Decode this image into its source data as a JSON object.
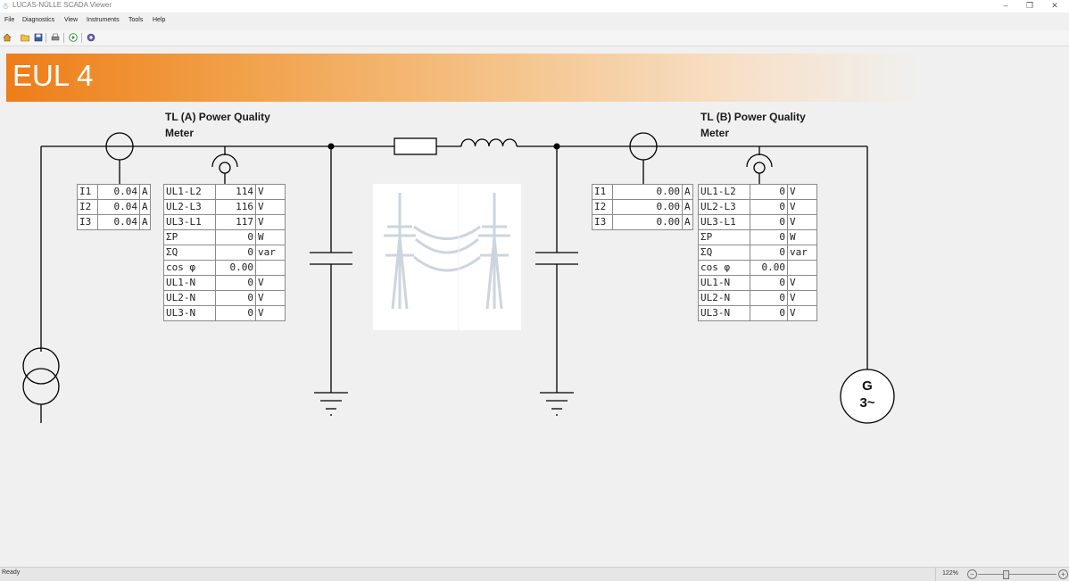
{
  "window": {
    "title": "LUCAS-NÜLLE SCADA Viewer",
    "minimize": "–",
    "restore": "❐",
    "close": "✕"
  },
  "menu": [
    "File",
    "Diagnostics",
    "View",
    "Instruments",
    "Tools",
    "Help"
  ],
  "toolbar": {
    "icons": [
      "home-icon",
      "open-folder-icon",
      "save-icon",
      "print-icon",
      "play-icon",
      "settings-gear-icon"
    ]
  },
  "banner": {
    "title": "EUL 4"
  },
  "meter_a": {
    "label_line1": "TL (A) Power Quality",
    "label_line2": "Meter",
    "currents": [
      {
        "name": "I1",
        "value": "0.04",
        "unit": "A"
      },
      {
        "name": "I2",
        "value": "0.04",
        "unit": "A"
      },
      {
        "name": "I3",
        "value": "0.04",
        "unit": "A"
      }
    ],
    "rows": [
      {
        "name": "UL1-L2",
        "value": "114",
        "unit": "V"
      },
      {
        "name": "UL2-L3",
        "value": "116",
        "unit": "V"
      },
      {
        "name": "UL3-L1",
        "value": "117",
        "unit": "V"
      },
      {
        "name": "ΣP",
        "value": "0",
        "unit": "W"
      },
      {
        "name": "ΣQ",
        "value": "0",
        "unit": "var"
      },
      {
        "name": "cos φ",
        "value": "0.00",
        "unit": ""
      },
      {
        "name": "UL1-N",
        "value": "0",
        "unit": "V"
      },
      {
        "name": "UL2-N",
        "value": "0",
        "unit": "V"
      },
      {
        "name": "UL3-N",
        "value": "0",
        "unit": "V"
      }
    ]
  },
  "meter_b": {
    "label_line1": "TL (B) Power Quality",
    "label_line2": "Meter",
    "currents": [
      {
        "name": "I1",
        "value": "0.00",
        "unit": "A"
      },
      {
        "name": "I2",
        "value": "0.00",
        "unit": "A"
      },
      {
        "name": "I3",
        "value": "0.00",
        "unit": "A"
      }
    ],
    "rows": [
      {
        "name": "UL1-L2",
        "value": "0",
        "unit": "V"
      },
      {
        "name": "UL2-L3",
        "value": "0",
        "unit": "V"
      },
      {
        "name": "UL3-L1",
        "value": "0",
        "unit": "V"
      },
      {
        "name": "ΣP",
        "value": "0",
        "unit": "W"
      },
      {
        "name": "ΣQ",
        "value": "0",
        "unit": "var"
      },
      {
        "name": "cos φ",
        "value": "0.00",
        "unit": ""
      },
      {
        "name": "UL1-N",
        "value": "0",
        "unit": "V"
      },
      {
        "name": "UL2-N",
        "value": "0",
        "unit": "V"
      },
      {
        "name": "UL3-N",
        "value": "0",
        "unit": "V"
      }
    ]
  },
  "generator": {
    "line1": "G",
    "line2": "3~"
  },
  "status": {
    "text": "Ready",
    "zoom": "122%",
    "minus": "−",
    "plus": "+"
  },
  "colors": {
    "banner_start": "#ee7d18",
    "line": "#000000",
    "tower": "#cfd8e2"
  }
}
